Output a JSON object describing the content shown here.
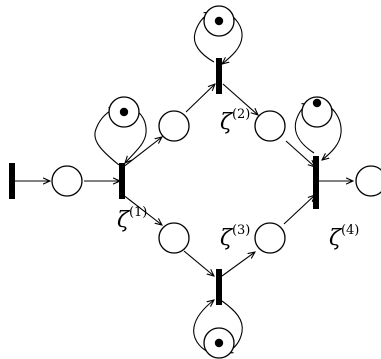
{
  "diagram": {
    "kind": "petri-net",
    "labels": [
      {
        "id": "zeta-1",
        "symbol": "ζ",
        "superscript": "(1)"
      },
      {
        "id": "zeta-2",
        "symbol": "ζ",
        "superscript": "(2)"
      },
      {
        "id": "zeta-3",
        "symbol": "ζ",
        "superscript": "(3)"
      },
      {
        "id": "zeta-4",
        "symbol": "ζ",
        "superscript": "(4)"
      }
    ]
  }
}
